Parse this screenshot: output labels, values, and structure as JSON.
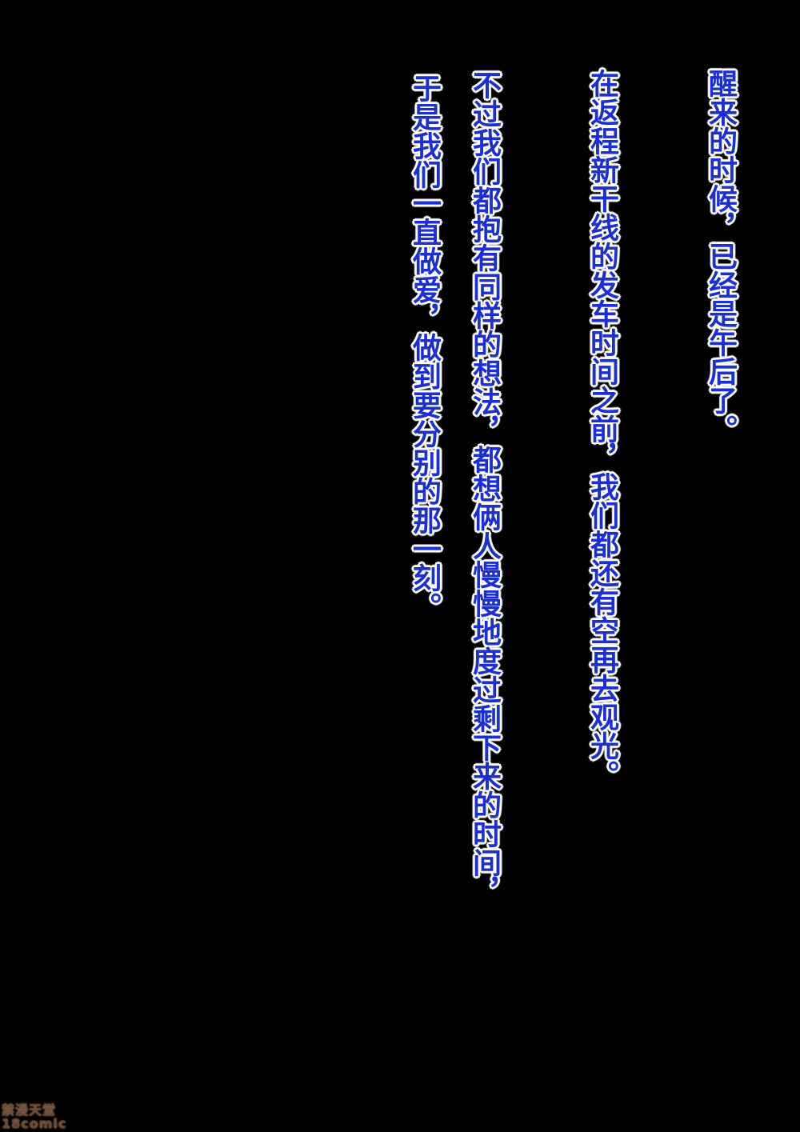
{
  "text_columns": [
    "醒来的时候，已经是午后了。",
    "在返程新干线的发车时间之前，我们都还有空再去观光。",
    "不过我们都抱有同样的想法，都想俩人慢慢地度过剩下来的时间，",
    "于是我们一直做爱，做到要分别的那一刻。"
  ],
  "watermark": {
    "line1": "禁漫天堂",
    "line2": "18comic"
  },
  "colors": {
    "background": "#000000",
    "text": "#1b2fd2",
    "outline": "#ffffff"
  }
}
